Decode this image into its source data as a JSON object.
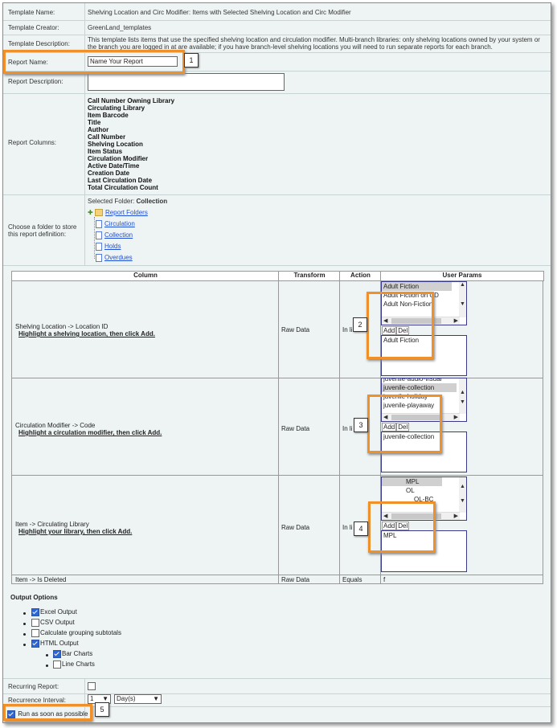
{
  "template": {
    "name_label": "Template Name:",
    "name_value": "Shelving Location and Circ Modifier: Items with Selected Shelving Location and Circ Modifier",
    "creator_label": "Template Creator:",
    "creator_value": "GreenLand_templates",
    "description_label": "Template Description:",
    "description_line1": "This template lists items that use the specified shelving location and circulation modifier. Multi-branch libraries: only shelving locations owned by your system or",
    "description_line2": "the branch you are logged in at are available; if you have branch-level shelving locations you will need to run separate reports for each branch."
  },
  "report": {
    "name_label": "Report Name:",
    "name_value": "Name Your Report",
    "description_label": "Report Description:",
    "columns_label": "Report Columns:",
    "columns": [
      "Call Number Owning Library",
      "Circulating Library",
      "Item Barcode",
      "Title",
      "Author",
      "Call Number",
      "Shelving Location",
      "Item Status",
      "Circulation Modifier",
      "Active Date/Time",
      "Creation Date",
      "Last Circulation Date",
      "Total Circulation Count"
    ]
  },
  "folder": {
    "label_line1": "Choose a folder to store",
    "label_line2": "this report definition:",
    "selected_label": "Selected Folder:",
    "selected_value": "Collection",
    "root": "Report Folders",
    "children": [
      "Circulation",
      "Collection",
      "Holds",
      "Overdues"
    ]
  },
  "params_table": {
    "headers": [
      "Column",
      "Transform",
      "Action",
      "User Params"
    ],
    "rows": [
      {
        "column": "Shelving Location -> Location ID",
        "hint": "Highlight a shelving location, then click Add.",
        "transform": "Raw Data",
        "action": "In li",
        "options": [
          "Adult Fiction",
          "Adult Fiction on CD",
          "Adult Non-Fiction"
        ],
        "add": "Add",
        "del": "Del",
        "selected": "Adult Fiction"
      },
      {
        "column": "Circulation Modifier -> Code",
        "hint": "Highlight a circulation modifier, then click Add.",
        "transform": "Raw Data",
        "action": "In li",
        "options": [
          "juvenile-audio-visual",
          "juvenile-collection",
          "juvenile-holiday",
          "juvenile-playaway"
        ],
        "add": "Add",
        "del": "Del",
        "selected": "juvenile-collection"
      },
      {
        "column": "Item -> Circulating Library",
        "hint": "Highlight your library, then click Add.",
        "transform": "Raw Data",
        "action": "In li",
        "options": [
          "MPL",
          "OL",
          "OL-BC"
        ],
        "add": "Add",
        "del": "Del",
        "selected": "MPL"
      },
      {
        "column": "Item -> Is Deleted",
        "transform": "Raw Data",
        "action": "Equals",
        "value": "f"
      }
    ]
  },
  "output": {
    "title": "Output Options",
    "excel": "Excel Output",
    "csv": "CSV Output",
    "subtotals": "Calculate grouping subtotals",
    "html": "HTML Output",
    "bar": "Bar Charts",
    "line": "Line Charts"
  },
  "recurring": {
    "label": "Recurring Report:",
    "interval_label": "Recurrence Interval:",
    "interval_value": "1",
    "interval_unit": "Day(s)",
    "run_asap": "Run as soon as possible"
  },
  "callouts": [
    "1",
    "2",
    "3",
    "4",
    "5"
  ],
  "colors": {
    "accent": "#f0902a",
    "link": "#1f4fd6",
    "background": "#eef4f4"
  }
}
